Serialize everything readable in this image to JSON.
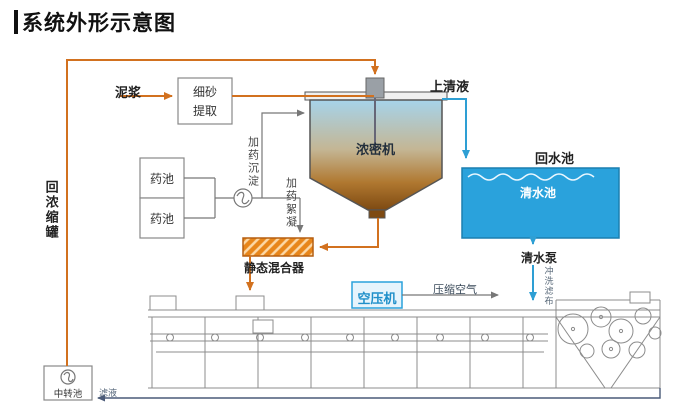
{
  "title": "系统外形示意图",
  "boxes": {
    "sand_extract_line1": "细砂",
    "sand_extract_line2": "提取",
    "chem_tank_a": "药池",
    "chem_tank_b": "药池",
    "air_compressor": "空压机",
    "transfer_pool": "中转池"
  },
  "labels": {
    "slurry": "泥浆",
    "supernatant": "上清液",
    "thickener": "浓密机",
    "return_pool": "回水池",
    "clear_pool": "清水池",
    "dosing_sediment": "加药沉淀",
    "dosing_floc": "加药絮凝",
    "static_mixer": "静态混合器",
    "compressed_air": "压缩空气",
    "clear_water_pump": "清水泵",
    "flush_cloth": "冲洗滤布",
    "return_to_thickener": "回浓缩罐",
    "filtrate": "滤液"
  },
  "colors": {
    "slurry_line": "#D2711F",
    "water_line": "#2E9FD4",
    "dosing_line": "#777777",
    "machine_line": "#8C8C8C",
    "return_line": "#4A5A78",
    "mixer_fill": "#E8861A",
    "mixer_stroke": "#B55F10",
    "mixer_hatch": "#FCD9A8",
    "pool_fill": "#2AA2DC",
    "pool_stroke": "#1B7FB0",
    "compressor_fill": "#E6F4FC",
    "compressor_stroke": "#2AA2DC",
    "compressor_text": "#1F8FC9",
    "thickener_top": "#A6D3EA",
    "thickener_mid": "#C4B694",
    "thickener_low": "#B07830",
    "thickener_deep": "#7E4A12",
    "motor_fill": "#9AA0A6"
  }
}
